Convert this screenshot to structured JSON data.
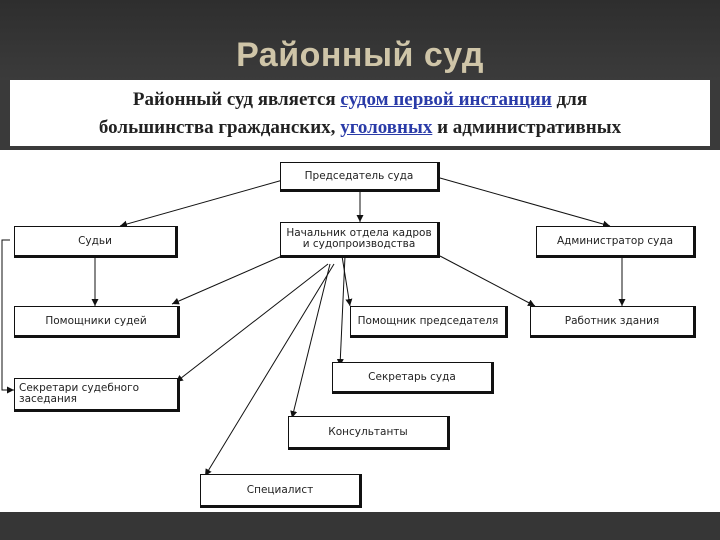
{
  "slide": {
    "title": "Районный суд",
    "text_part1": "Районный суд является ",
    "link1": "судом первой инстанции",
    "text_part2": " для",
    "text_part3": "большинства гражданских, ",
    "link2": "уголовных",
    "text_part4": " и административных"
  },
  "diagram": {
    "nodes": {
      "chairman": "Председатель суда",
      "judges": "Судьи",
      "hr_head": "Начальник отдела кадров и судопроизводства",
      "administrator": "Администратор суда",
      "assistant_judges": "Помощники судей",
      "assistant_chairman": "Помощник председателя",
      "building_worker": "Работник здания",
      "court_secretary": "Секретарь суда",
      "session_secretaries": "Секретари судебного заседания",
      "consultants": "Консультанты",
      "specialist": "Специалист"
    }
  },
  "colors": {
    "background": "#3a3a3a",
    "title": "#cfc5a8",
    "link": "#2a3ba8"
  }
}
